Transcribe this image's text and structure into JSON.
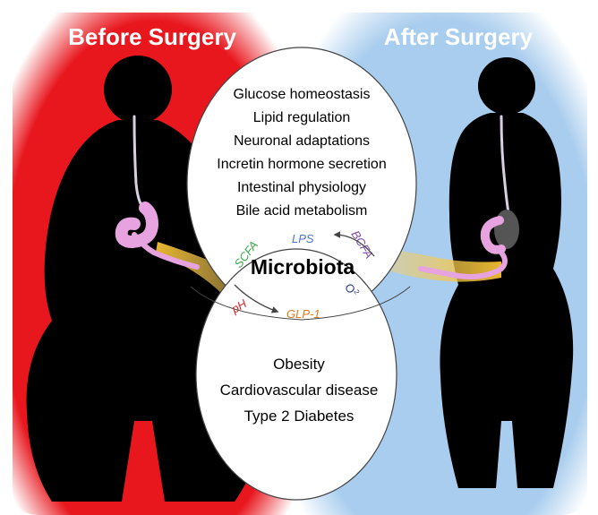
{
  "panels": {
    "before": {
      "title": "Before Surgery",
      "color": "#e8171e"
    },
    "after": {
      "title": "After Surgery",
      "color": "#a9cdee"
    }
  },
  "effects_list": [
    "Glucose homeostasis",
    "Lipid regulation",
    "Neuronal adaptations",
    "Incretin hormone secretion",
    "Intestinal physiology",
    "Bile acid metabolism"
  ],
  "center_label": "Microbiota",
  "metabolites": {
    "scfa": {
      "text": "SCFA",
      "color": "#3aa84a"
    },
    "lps": {
      "text": "LPS",
      "color": "#4a78c8"
    },
    "bcfa": {
      "text": "BCFA",
      "color": "#7a4aa8"
    },
    "o2_base": {
      "text": "O",
      "color": "#2a3a88"
    },
    "o2_sub": {
      "text": "2",
      "color": "#2a3a88"
    },
    "ph": {
      "text": "pH",
      "color": "#d8262a"
    },
    "glp1": {
      "text": "GLP-1",
      "color": "#e07a1a"
    }
  },
  "conditions_list": [
    "Obesity",
    "Cardiovascular disease",
    "Type 2 Diabetes"
  ],
  "colors": {
    "silhouette": "#000000",
    "stomach": "#e7a3df",
    "stomach_band": "#555555",
    "flow": "#f4c030",
    "circle_fill": "#ffffff",
    "circle_stroke": "#444444",
    "arrow": "#444444"
  }
}
